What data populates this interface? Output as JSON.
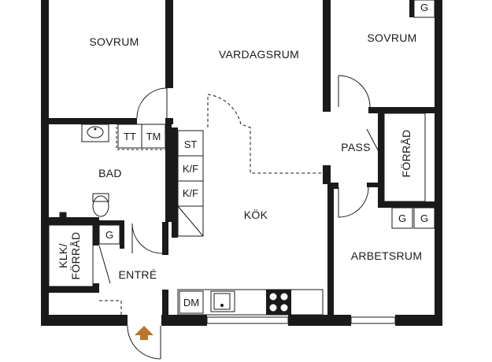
{
  "rooms": {
    "sovrum_left": "SOVRUM",
    "vardagsrum": "VARDAGSRUM",
    "sovrum_right": "SOVRUM",
    "bad": "BAD",
    "kok": "KÖK",
    "pass": "PASS",
    "forrad_right": "FÖRRÅD",
    "arbetsrum": "ARBETSRUM",
    "klk_line1": "KLK/",
    "klk_line2": "FÖRRÅD",
    "entre": "ENTRÉ"
  },
  "fixtures": {
    "tt": "TT",
    "tm": "TM",
    "st": "ST",
    "kf1": "K/F",
    "kf2": "K/F",
    "dm": "DM",
    "g_top_right": "G",
    "g_entre": "G",
    "g_arbets1": "G",
    "g_arbets2": "G"
  },
  "colors": {
    "wall": "#1a1a1a",
    "entrance_arrow": "#b8762e"
  }
}
